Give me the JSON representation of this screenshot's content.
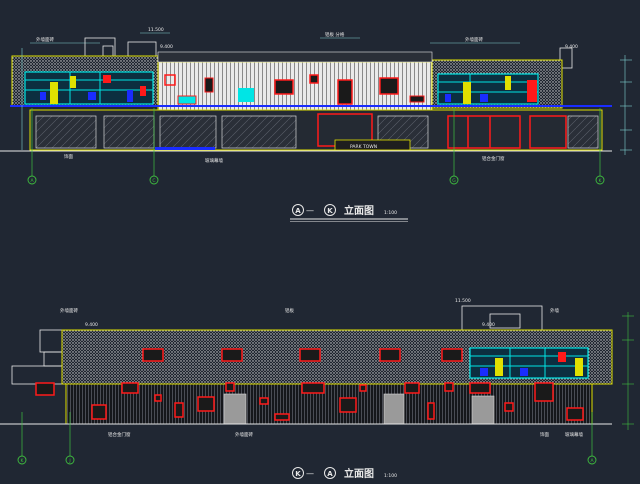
{
  "colors": {
    "background": "#202733",
    "outline": "#e8e8e8",
    "yellow": "#e0e000",
    "red": "#ff1a1a",
    "cyan": "#00e5e5",
    "blue": "#1a2cff",
    "green": "#22cc44",
    "grid_green": "#3fbf3f",
    "dim_line": "#7fd0d0"
  },
  "drawing1": {
    "title_from": "A",
    "title_to": "K",
    "title_dash": "—",
    "title_text": "立面图",
    "scale": "1:100",
    "grid_labels": [
      "A",
      "C",
      "G",
      "K"
    ],
    "level_labels": [
      "11.500",
      "9.400",
      "9.400"
    ],
    "notes": [
      "外墙面砖",
      "铝板 分格",
      "外墙面砖",
      "PARK TOWN",
      "饰面",
      "玻璃幕墙",
      "铝合金门窗"
    ],
    "sign_text": "PARK TOWN"
  },
  "drawing2": {
    "title_from": "K",
    "title_to": "A",
    "title_dash": "—",
    "title_text": "立面图",
    "scale": "1:100",
    "grid_labels": [
      "K",
      "J",
      "A"
    ],
    "level_labels": [
      "11.500",
      "9.400",
      "9.400"
    ],
    "notes": [
      "外墙面砖",
      "铝板",
      "外墙",
      "铝合金门窗",
      "外墙面砖",
      "饰面",
      "玻璃幕墙"
    ]
  }
}
